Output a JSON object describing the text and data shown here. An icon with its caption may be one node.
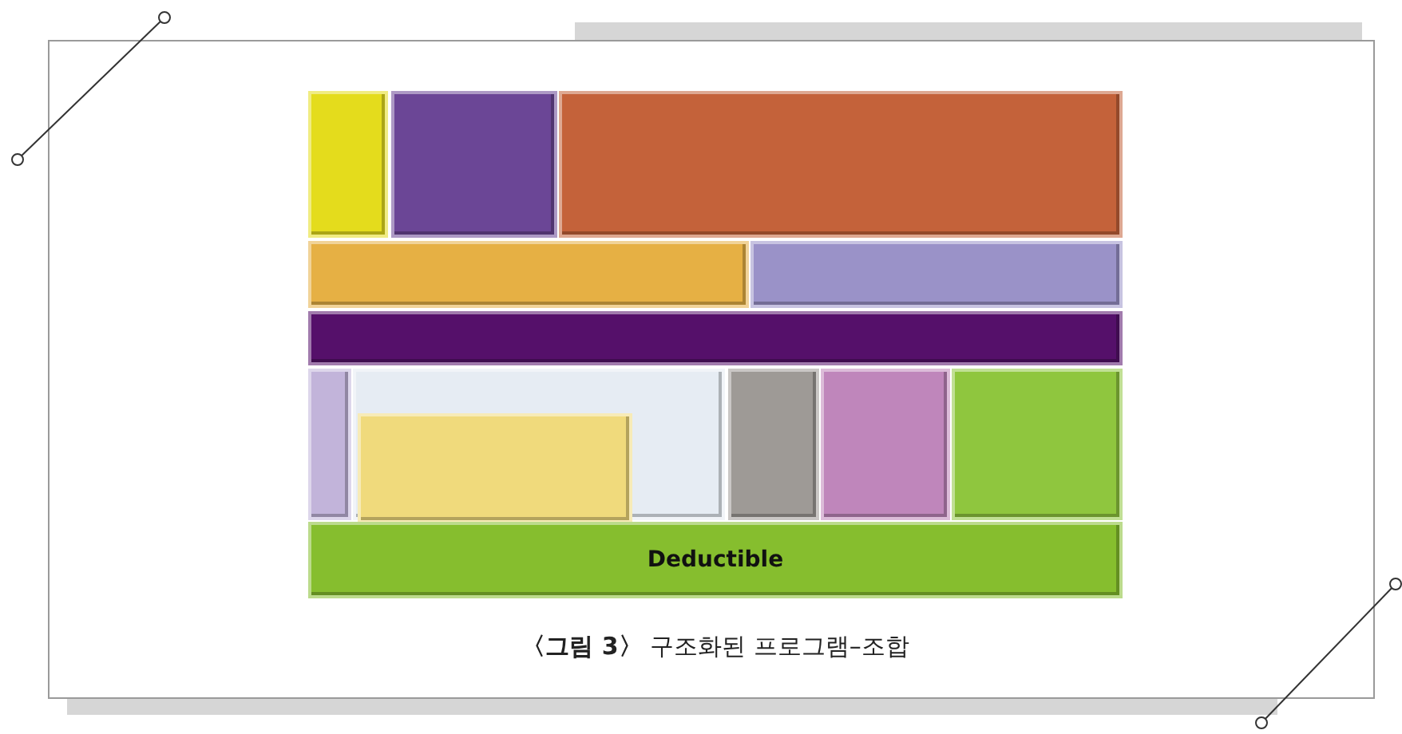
{
  "diagram": {
    "caption": "**〈그림 3〉** 구조화된 프로그램–조합",
    "nodes": [
      {
        "text": [],
        "shape": "box"
      },
      {
        "text": [],
        "shape": "box"
      },
      {
        "text": [],
        "shape": "box"
      },
      {
        "text": [],
        "shape": "box"
      },
      {
        "text": [],
        "shape": "box"
      },
      {
        "text": [],
        "shape": "box"
      },
      {
        "text": [],
        "shape": "box"
      },
      {
        "text": [],
        "shape": "box"
      },
      {
        "text": [],
        "shape": "box",
        "in": 7
      },
      {
        "text": [],
        "shape": "box"
      },
      {
        "text": [],
        "shape": "box"
      },
      {
        "text": [],
        "shape": "box"
      },
      {
        "text": [
          "Deductible"
        ]
      }
    ]
  }
}
